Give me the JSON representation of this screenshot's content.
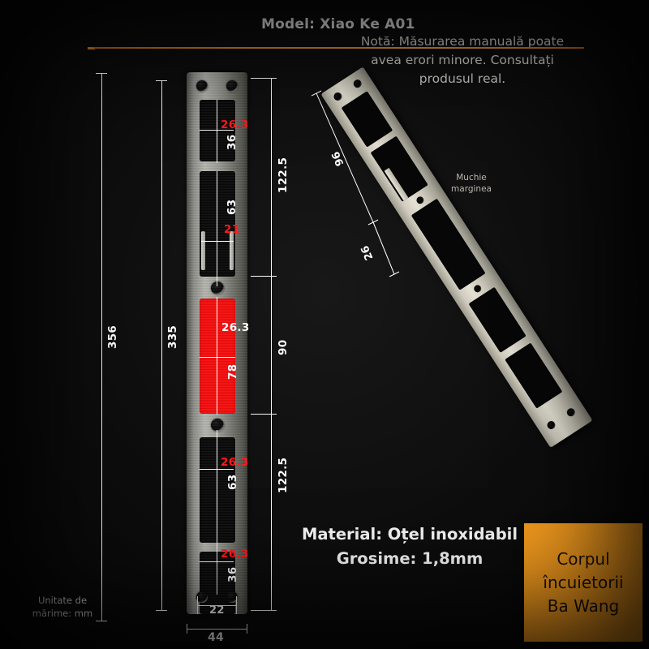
{
  "header": {
    "model_label": "Model: Xiao Ke A01",
    "note_lines": [
      "Notă: Măsurarea manuală poate",
      "avea erori minore. Consultați",
      "produsul real."
    ]
  },
  "footer": {
    "material_line1": "Material: Oțel inoxidabil",
    "material_line2": "Grosime: 1,8mm",
    "unit_line1": "Unitate de",
    "unit_line2": "mărime: mm",
    "badge_lines": [
      "Corpul",
      "încuietorii",
      "Ba Wang"
    ]
  },
  "colors": {
    "background": "#0c0c0c",
    "accent_orange": "#f59c1e",
    "divider_orange": "#e0862a",
    "highlight_red": "#f50d0d",
    "dim_white": "#ffffff",
    "plate_metal": "#b6b6b0",
    "angled_metal": "#e4e1d4"
  },
  "front_view": {
    "overall_height": "356",
    "body_height": "335",
    "plate_width": "44",
    "hole_spacing": "22",
    "segments": [
      {
        "label": "122.5"
      },
      {
        "label": "90"
      },
      {
        "label": "122.5"
      }
    ],
    "cutouts": [
      {
        "name": "top-small",
        "width": "26.3",
        "height": "36"
      },
      {
        "name": "upper-long",
        "width": "26.3",
        "height": "63",
        "inner_width": "21"
      },
      {
        "name": "center-red",
        "width": "26.3",
        "height": "78",
        "highlight": true
      },
      {
        "name": "lower-long",
        "width": "26.3",
        "height": "63"
      },
      {
        "name": "bottom-small",
        "width": "26.3",
        "height": "36"
      }
    ]
  },
  "angled_view": {
    "dim_long": "96",
    "dim_short": "26",
    "edge_note_line1": "Muchie",
    "edge_note_line2": "marginea"
  },
  "chart_data": {
    "type": "table",
    "title": "Strike plate dimensions (mm)",
    "categories": [
      "356",
      "335",
      "122.5",
      "90",
      "122.5",
      "44",
      "22",
      "26.3",
      "36",
      "63",
      "78",
      "21",
      "96",
      "26"
    ],
    "values": [
      356,
      335,
      122.5,
      90,
      122.5,
      44,
      22,
      26.3,
      36,
      63,
      78,
      21,
      96,
      26
    ]
  }
}
